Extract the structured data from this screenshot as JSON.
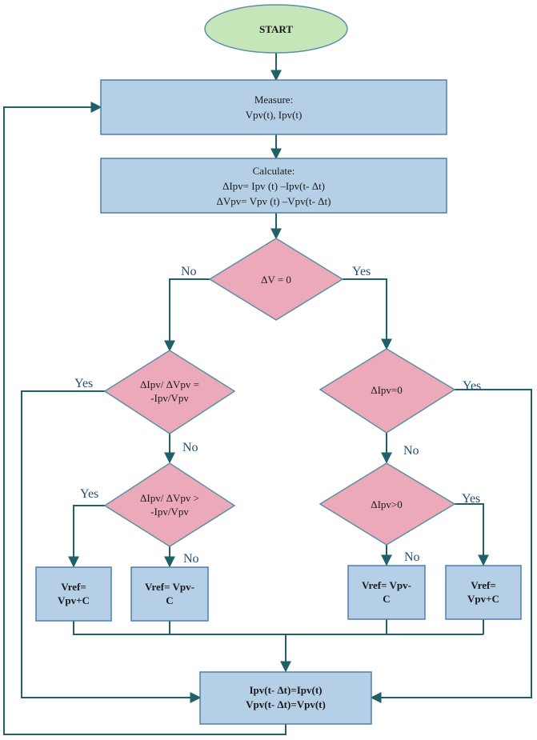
{
  "start": {
    "label": "START"
  },
  "measure": {
    "line1": "Measure:",
    "line2": "Vpv(t), Ipv(t)"
  },
  "calculate": {
    "line1": "Calculate:",
    "line2": "ΔIpv= Ipv (t) –Ipv(t- Δt)",
    "line3": "ΔVpv= Vpv (t) –Vpv(t- Δt)"
  },
  "decision_dv": {
    "text": "ΔV = 0",
    "no_label": "No",
    "yes_label": "Yes"
  },
  "decision_eq": {
    "line1": "ΔIpv/ ΔVpv =",
    "line2": "-Ipv/Vpv",
    "yes_label": "Yes",
    "no_label": "No"
  },
  "decision_gt": {
    "line1": "ΔIpv/ ΔVpv >",
    "line2": "-Ipv/Vpv",
    "yes_label": "Yes",
    "no_label": "No"
  },
  "decision_di0": {
    "text": "ΔIpv=0",
    "yes_label": "Yes",
    "no_label": "No"
  },
  "decision_dipos": {
    "text": "ΔIpv>0",
    "yes_label": "Yes",
    "no_label": "No"
  },
  "box_left_plus": {
    "line1": "Vref=",
    "line2": "Vpv+C"
  },
  "box_left_minus": {
    "line1": "Vref= Vpv-",
    "line2": "C"
  },
  "box_right_minus": {
    "line1": "Vref= Vpv-",
    "line2": "C"
  },
  "box_right_plus": {
    "line1": "Vref=",
    "line2": "Vpv+C"
  },
  "update": {
    "line1": "Ipv(t- Δt)=Ipv(t)",
    "line2": "Vpv(t- Δt)=Vpv(t)"
  },
  "colors": {
    "process_fill": "#b4cfe6",
    "terminal_fill": "#c5e6b8",
    "decision_fill": "#eba9b9",
    "connector": "#1f6167",
    "label_text": "#1f4e79"
  }
}
